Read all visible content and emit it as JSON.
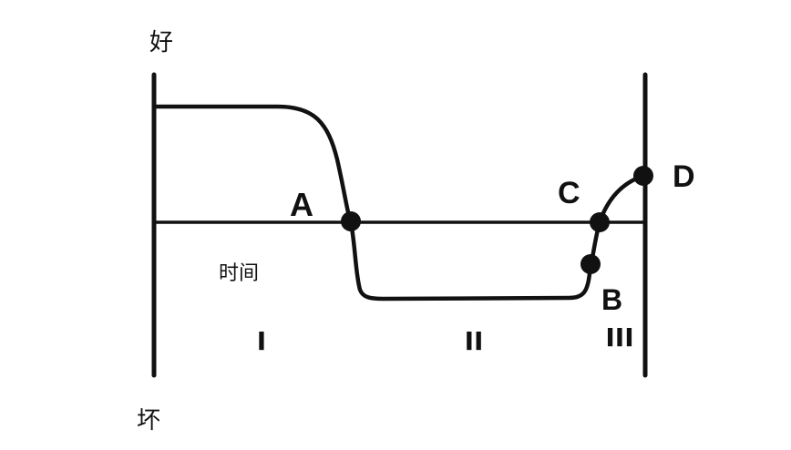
{
  "axis": {
    "top_label": "好",
    "bottom_label": "坏",
    "time_label": "时间"
  },
  "stages": [
    {
      "label": "I"
    },
    {
      "label": "II"
    },
    {
      "label": "III"
    }
  ],
  "points": [
    {
      "label": "A"
    },
    {
      "label": "B"
    },
    {
      "label": "C"
    },
    {
      "label": "D"
    }
  ],
  "colors": {
    "ink": "#111111",
    "background": "#ffffff"
  }
}
